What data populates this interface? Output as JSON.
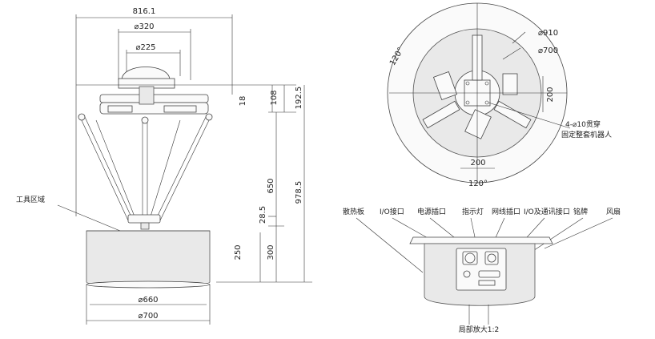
{
  "front_view": {
    "dims": {
      "total_width": "816.1",
      "dia_320": "⌀320",
      "dia_225": "⌀225",
      "h_18": "18",
      "h_108": "108",
      "h_192_5": "192.5",
      "h_650": "650",
      "h_978_5": "978.5",
      "h_28_5": "28.5",
      "h_300": "300",
      "h_250": "250",
      "dia_660": "⌀660",
      "dia_700": "⌀700"
    },
    "work_area_label": "工具区域"
  },
  "top_view": {
    "dims": {
      "dia_910": "⌀910",
      "dia_700": "⌀700",
      "angle_top": "120°",
      "angle_bottom": "120°",
      "dim_200_v": "200",
      "dim_200_h": "200"
    },
    "mount_holes": "4-⌀10贯穿",
    "mount_note": "固定整套机器人"
  },
  "detail_view": {
    "callouts": [
      "散热板",
      "I/O接口",
      "电源插口",
      "指示灯",
      "网线插口",
      "I/O及通讯接口",
      "铭牌",
      "风扇"
    ],
    "caption": "局部放大1:2"
  }
}
